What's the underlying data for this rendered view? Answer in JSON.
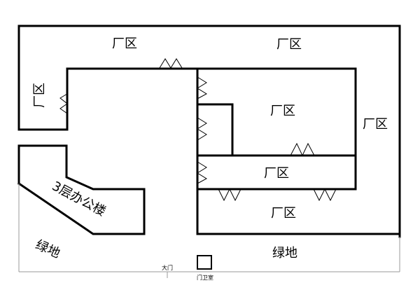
{
  "labels": {
    "zone_top_left": "厂区",
    "zone_top_right": "厂区",
    "zone_left_vertical": "厂区",
    "zone_middle": "厂区",
    "zone_right_vertical": "厂区",
    "zone_lower_middle": "厂区",
    "zone_bottom": "厂区",
    "office_building": "3层办公楼",
    "green_left": "绿地",
    "green_right": "绿地",
    "main_gate": "大门",
    "guard_room": "门卫室"
  }
}
